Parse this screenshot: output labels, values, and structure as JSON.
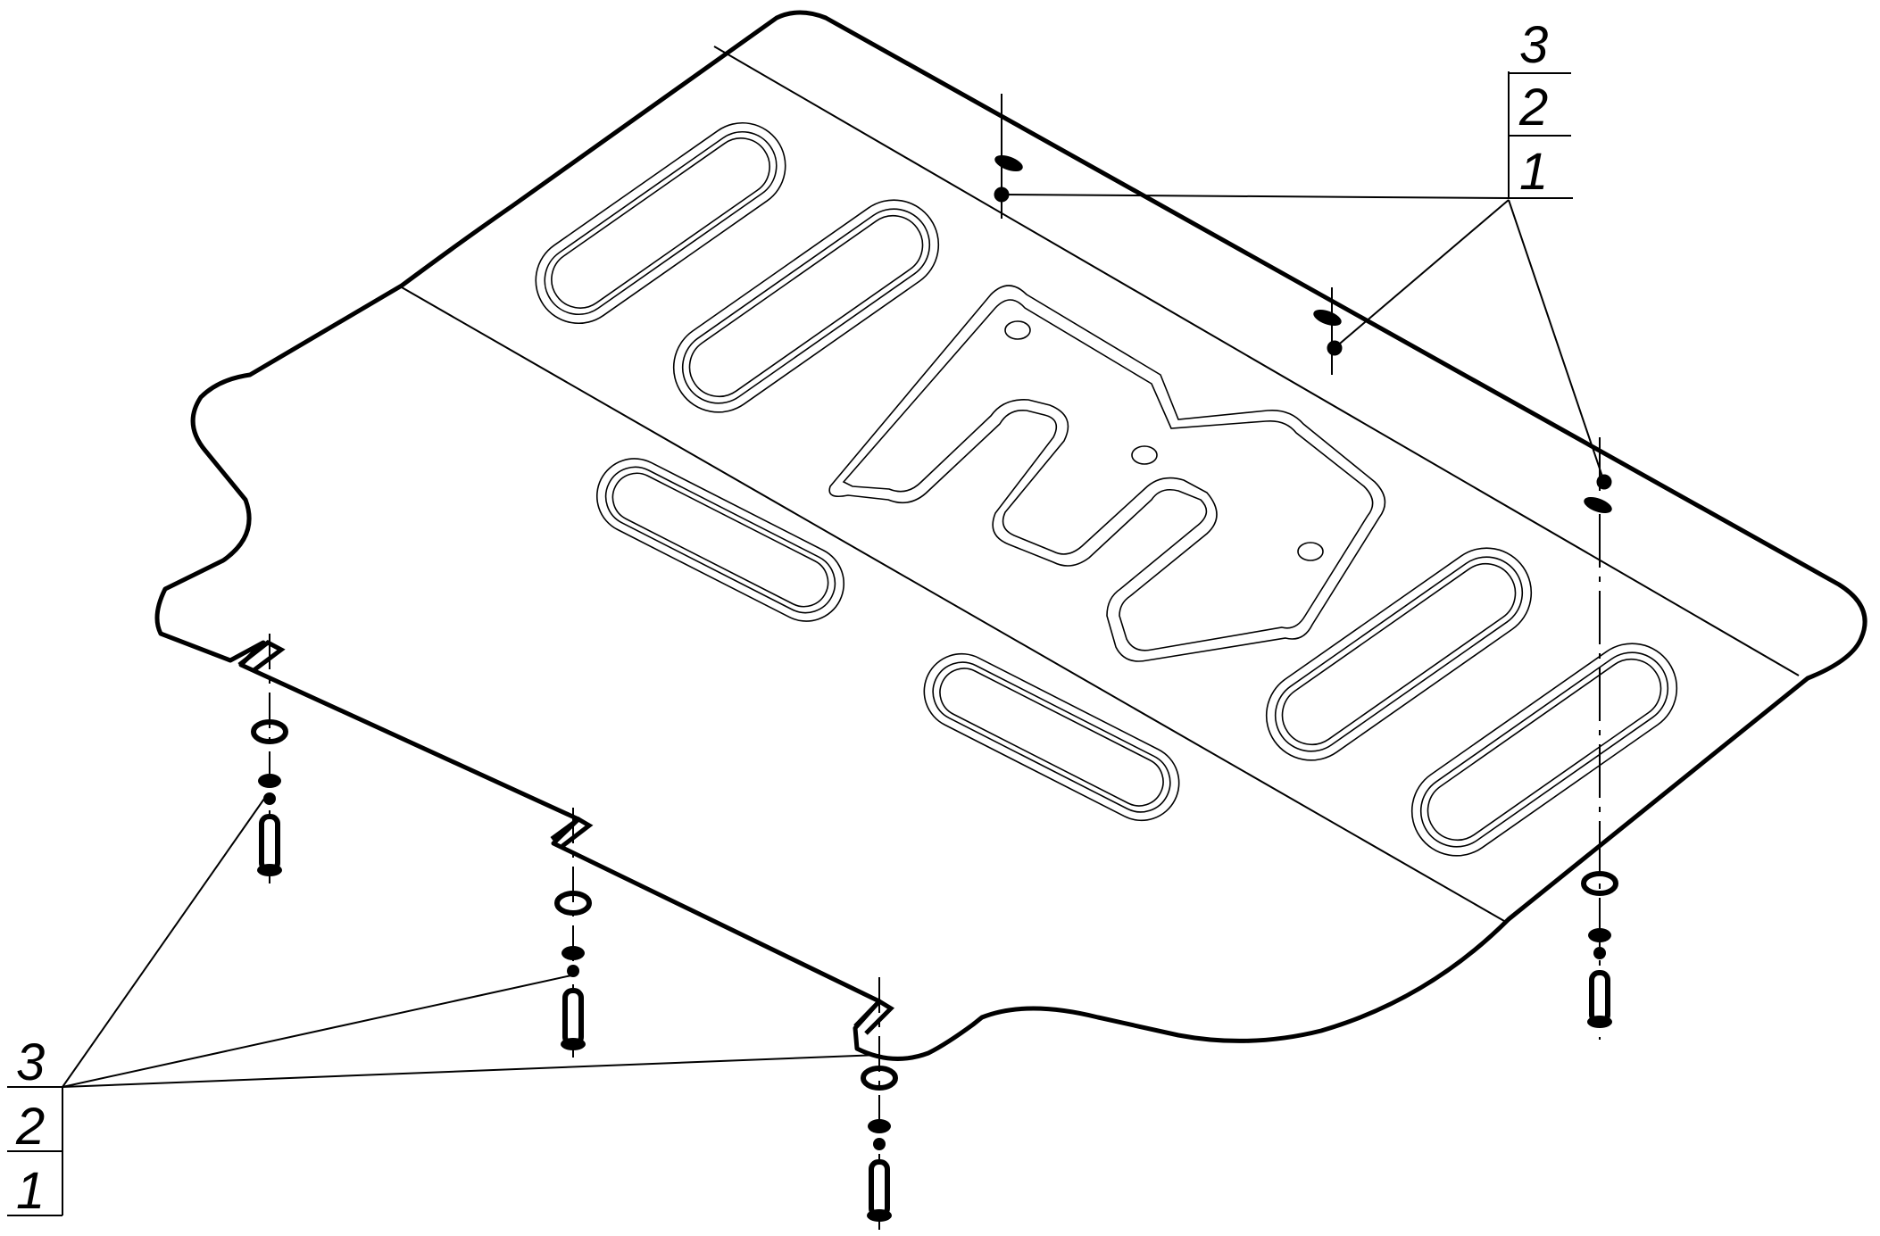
{
  "diagram": {
    "callout_top_right": {
      "labels": [
        "3",
        "2",
        "1"
      ]
    },
    "callout_bottom_left": {
      "labels": [
        "3",
        "2",
        "1"
      ]
    }
  },
  "colors": {
    "line": "#000000",
    "background": "#ffffff"
  }
}
